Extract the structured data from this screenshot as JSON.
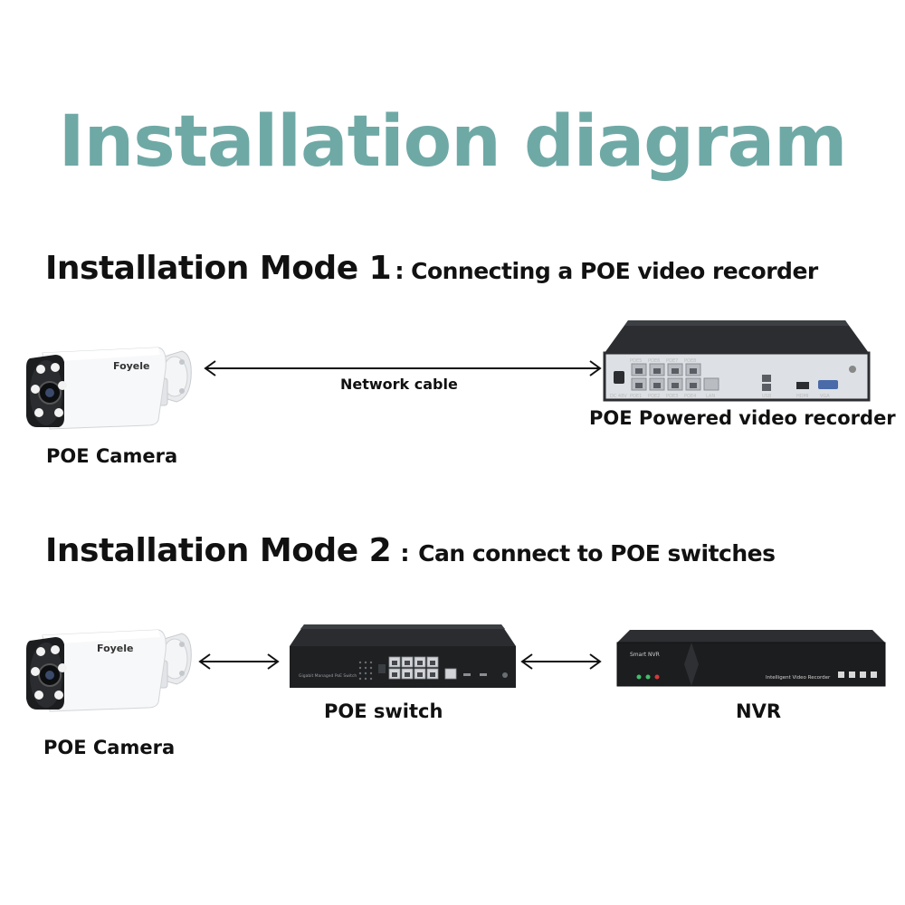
{
  "title": "Installation diagram",
  "mode1": {
    "heading": "Installation Mode 1",
    "separator": ":",
    "subtitle": "Connecting a POE video recorder",
    "camera_label": "POE Camera",
    "camera_brand": "Foyele",
    "cable_label": "Network cable",
    "recorder_label": "POE Powered video recorder",
    "recorder_ports_top": [
      "POE5",
      "POE6",
      "POE7",
      "POE8"
    ],
    "recorder_ports_bottom": [
      "POE1",
      "POE2",
      "POE3",
      "POE4"
    ],
    "recorder_io": [
      "DC 48V",
      "LAN",
      "USB",
      "HDMI",
      "VGA"
    ]
  },
  "mode2": {
    "heading": "Installation Mode 2",
    "separator": ":",
    "subtitle": "Can connect to POE switches",
    "camera_label": "POE Camera",
    "camera_brand": "Foyele",
    "switch_label": "POE switch",
    "switch_panel_text": "Gigabit Managed PoE Switch",
    "nvr_label": "NVR",
    "nvr_brand": "Smart NVR",
    "nvr_panel_text": "Intelligent Video Recorder"
  },
  "colors": {
    "title": "#6fa9a6",
    "device_dark": "#1f2123",
    "port": "#c8c8c8",
    "arrow": "#111111"
  },
  "icons": [
    "bullet-camera-icon",
    "poe-nvr-icon",
    "poe-switch-icon",
    "nvr-icon",
    "double-arrow-icon"
  ]
}
